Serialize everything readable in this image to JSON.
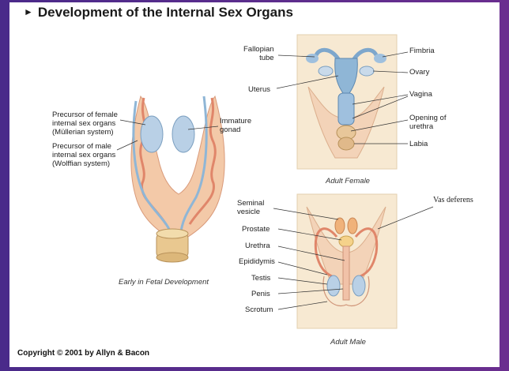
{
  "title": "Development of the Internal Sex Organs",
  "bullet": "►",
  "fetal": {
    "caption": "Early in Fetal Development",
    "labels": {
      "mullerian": "Precursor of female\ninternal sex organs\n(Müllerian system)",
      "wolffian": "Precursor of male\ninternal sex organs\n(Wolffian system)",
      "gonad": "Immature\ngonad"
    }
  },
  "female": {
    "caption": "Adult Female",
    "labels": {
      "fallopian": "Fallopian\ntube",
      "uterus": "Uterus",
      "fimbria": "Fimbria",
      "ovary": "Ovary",
      "vagina": "Vagina",
      "urethra_opening": "Opening of\nurethra",
      "labia": "Labia"
    }
  },
  "male": {
    "caption": "Adult Male",
    "labels": {
      "seminal": "Seminal\nvesicle",
      "vas": "Vas deferens",
      "prostate": "Prostate",
      "urethra": "Urethra",
      "epididymis": "Epididymis",
      "testis": "Testis",
      "penis": "Penis",
      "scrotum": "Scrotum"
    }
  },
  "copyright": "Copyright © 2001 by Allyn & Bacon",
  "colors": {
    "tissue": "#f3c9a8",
    "duct_pink": "#e79a80",
    "duct_blue": "#8fb6d6",
    "gonad": "#b9d0e6",
    "background_panel": "#f7e9d2"
  }
}
